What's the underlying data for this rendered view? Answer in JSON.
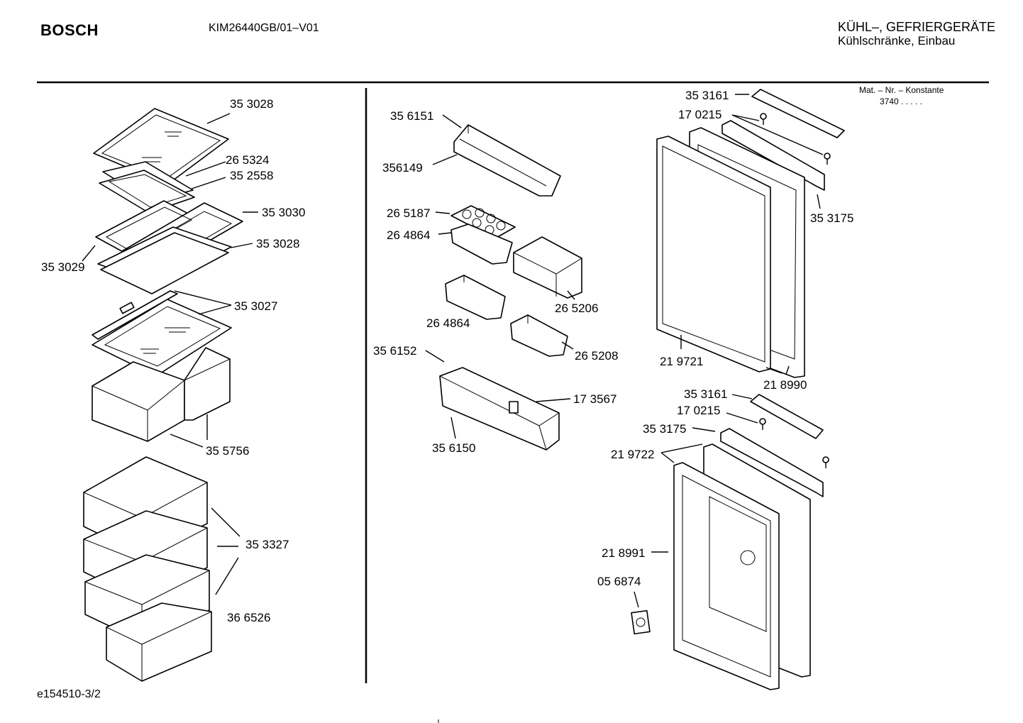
{
  "header": {
    "brand": "BOSCH",
    "model": "KIM26440GB/01–V01",
    "category_line1": "KÜHL–, GEFRIERGERÄTE",
    "category_line2": "Kühlschränke, Einbau",
    "mat_label": "Mat. – Nr. – Konstante",
    "mat_value": "3740  .  .  .  .  ."
  },
  "footer": {
    "drawing_id": "e154510-3/2"
  },
  "parts": {
    "left": [
      "35 3028",
      "26 5324",
      "35 2558",
      "35 3030",
      "35 3028",
      "35 3029",
      "35 3027",
      "35 5756",
      "35 3327",
      "36 6526"
    ],
    "middle": [
      "35 6151",
      "356149",
      "26 5187",
      "26 4864",
      "26 4864",
      "26 5206",
      "26 5208",
      "35 6152",
      "17 3567",
      "35 6150"
    ],
    "right": [
      "35 3161",
      "17 0215",
      "35 3175",
      "21 9721",
      "21 8990",
      "35 3161",
      "17 0215",
      "35 3175",
      "21 9722",
      "21 8991",
      "05 6874"
    ]
  }
}
